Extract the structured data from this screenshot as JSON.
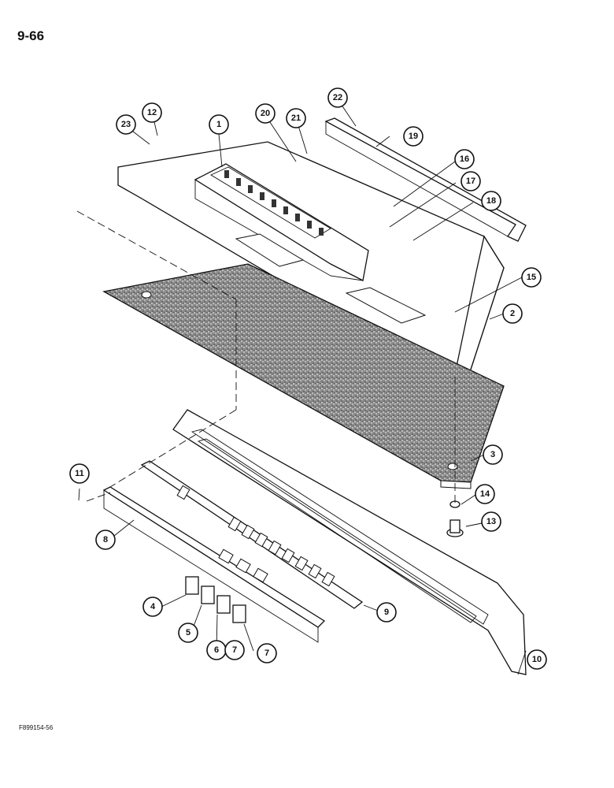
{
  "page_number": "9-66",
  "figure_code": "F899154-56",
  "callouts": [
    "1",
    "2",
    "3",
    "4",
    "5",
    "6",
    "7",
    "7",
    "8",
    "9",
    "10",
    "11",
    "12",
    "13",
    "14",
    "15",
    "16",
    "17",
    "18",
    "19",
    "20",
    "21",
    "22",
    "23"
  ]
}
